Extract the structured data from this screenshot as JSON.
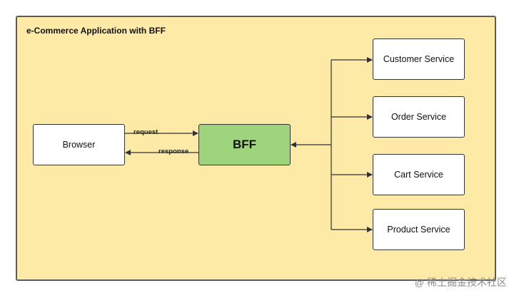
{
  "diagram": {
    "title": "e-Commerce Application with BFF",
    "nodes": {
      "browser": "Browser",
      "bff": "BFF",
      "customer_service": "Customer Service",
      "order_service": "Order Service",
      "cart_service": "Cart Service",
      "product_service": "Product Service"
    },
    "edge_labels": {
      "request": "request",
      "response": "response"
    },
    "colors": {
      "background": "#fdeaa7",
      "bff_fill": "#9dd47c",
      "node_fill": "#ffffff",
      "stroke": "#333333"
    }
  },
  "watermark": {
    "symbol": "@",
    "text": "稀土掘金技术社区"
  }
}
